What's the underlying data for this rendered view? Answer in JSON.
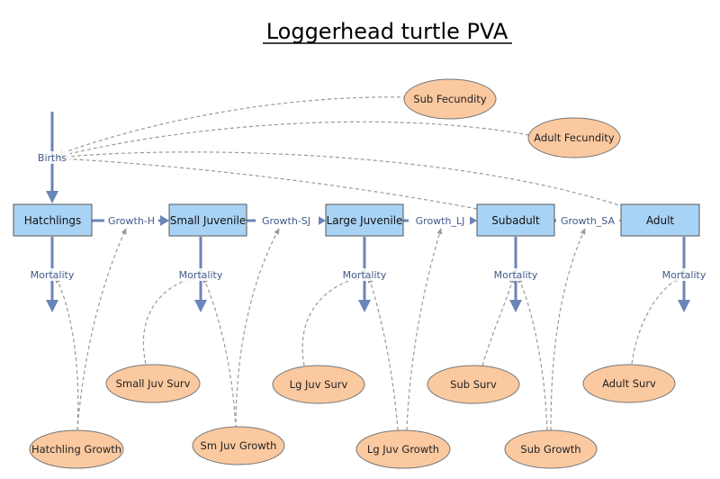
{
  "title": "Loggerhead turtle PVA",
  "stocks": {
    "hatchlings": "Hatchlings",
    "small_juvenile": "Small Juvenile",
    "large_juvenile": "Large Juvenile",
    "subadult": "Subadult",
    "adult": "Adult"
  },
  "flows": {
    "births": "Births",
    "growth_h": "Growth-H",
    "growth_sj": "Growth-SJ",
    "growth_lj": "Growth_LJ",
    "growth_sa": "Growth_SA",
    "mortality": "Mortality"
  },
  "auxiliaries": {
    "sub_fecundity": "Sub Fecundity",
    "adult_fecundity": "Adult Fecundity",
    "small_juv_surv": "Small Juv Surv",
    "lg_juv_surv": "Lg Juv Surv",
    "sub_surv": "Sub Surv",
    "adult_surv": "Adult Surv",
    "hatchling_growth": "Hatchling Growth",
    "sm_juv_growth": "Sm Juv Growth",
    "lg_juv_growth": "Lg Juv Growth",
    "sub_growth": "Sub Growth"
  },
  "colors": {
    "stock_fill": "#a9d3f5",
    "auxiliary_fill": "#fbc9a0",
    "flow": "#6a85b8",
    "connector": "#9a9a9a"
  }
}
